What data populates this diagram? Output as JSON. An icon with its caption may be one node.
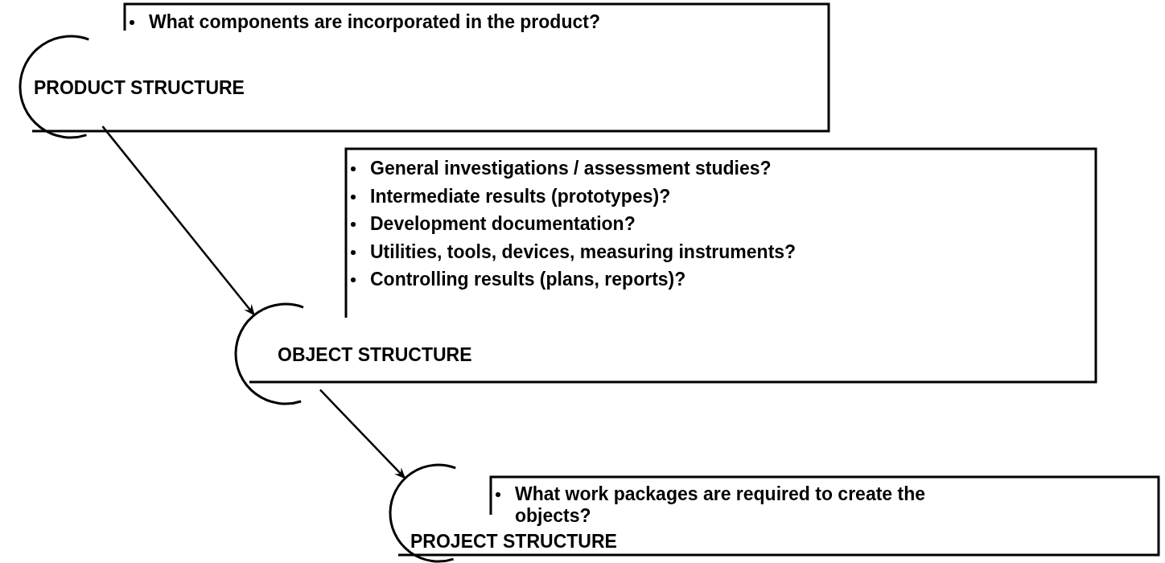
{
  "diagram": {
    "nodes": [
      {
        "text": [
          "What components are incorporated in the product?",
          "PRODUCT STRUCTURE"
        ]
      },
      {
        "text": [
          "General investigations / assessment studies?",
          "Intermediate results (prototypes)?",
          "Development documentation?",
          "Utilities, tools, devices, measuring instruments?",
          "Controlling results (plans, reports)?",
          "OBJECT STRUCTURE"
        ]
      },
      {
        "text": [
          "What work packages are required to create the objects?",
          "PROJECT STRUCTURE"
        ]
      }
    ],
    "edges": [
      {
        "from": 0,
        "to": 1,
        "arrow": "to"
      },
      {
        "from": 1,
        "to": 2,
        "arrow": "to"
      }
    ]
  }
}
